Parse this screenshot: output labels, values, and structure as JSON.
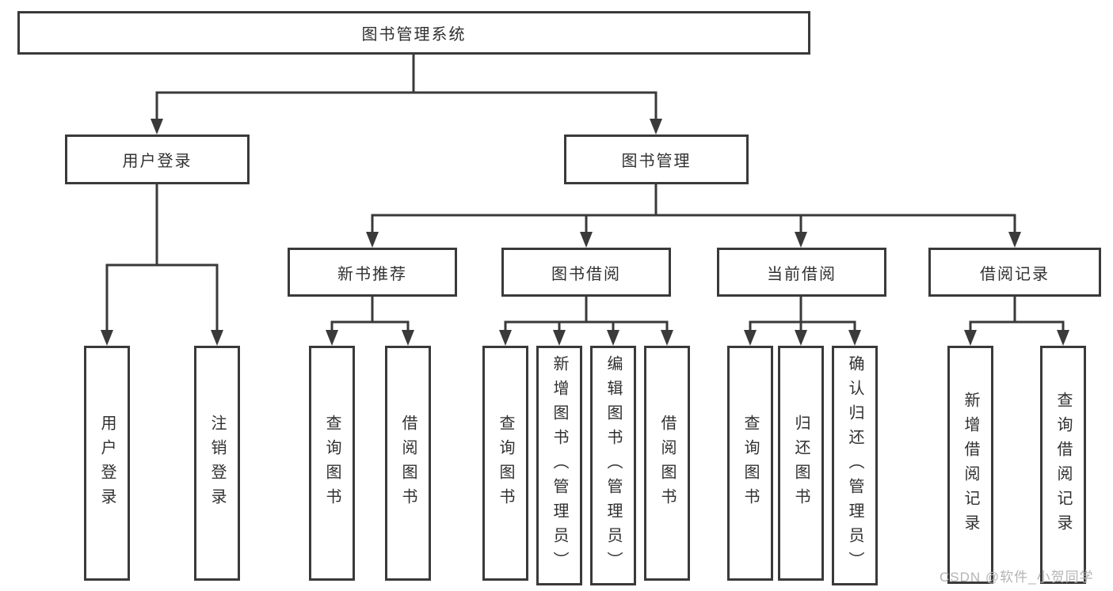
{
  "diagram_title": "图书管理系统",
  "tree": {
    "root": {
      "label": "图书管理系统"
    },
    "branches": [
      {
        "label": "用户登录",
        "children": [
          {
            "label": "用户登录"
          },
          {
            "label": "注销登录"
          }
        ]
      },
      {
        "label": "图书管理",
        "children": [
          {
            "label": "新书推荐",
            "children": [
              {
                "label": "查询图书"
              },
              {
                "label": "借阅图书"
              }
            ]
          },
          {
            "label": "图书借阅",
            "children": [
              {
                "label": "查询图书"
              },
              {
                "label": "新增图书（管理员）"
              },
              {
                "label": "编辑图书（管理员）"
              },
              {
                "label": "借阅图书"
              }
            ]
          },
          {
            "label": "当前借阅",
            "children": [
              {
                "label": "查询图书"
              },
              {
                "label": "归还图书"
              },
              {
                "label": "确认归还（管理员）"
              }
            ]
          },
          {
            "label": "借阅记录",
            "children": [
              {
                "label": "新增借阅记录"
              },
              {
                "label": "查询借阅记录"
              }
            ]
          }
        ]
      }
    ]
  },
  "watermark": "CSDN @软件_小贺同学",
  "colors": {
    "line": "#3a3a3a",
    "text": "#303030",
    "background": "#ffffff",
    "watermark": "#b4b4b4"
  }
}
